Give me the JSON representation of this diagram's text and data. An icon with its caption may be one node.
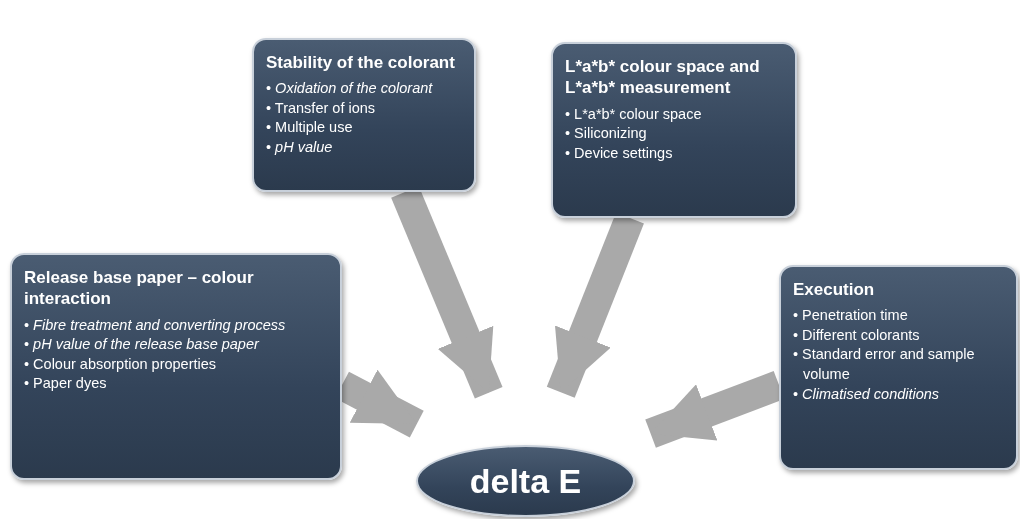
{
  "diagram": {
    "nodes": [
      {
        "text": [
          "Release base paper – colour interaction",
          "• *Fibre treatment and converting process*",
          "• *pH value of the release base paper*",
          "• Colour absorption properties",
          "• Paper dyes"
        ]
      },
      {
        "text": [
          "Stability of the colorant",
          "• *Oxidation of the colorant*",
          "• Transfer of ions",
          "• Multiple use",
          "• *pH value*"
        ]
      },
      {
        "text": [
          "L*a*b* colour space and L*a*b* measurement",
          "• L*a*b* colour space",
          "• Siliconizing",
          "• Device settings"
        ]
      },
      {
        "text": [
          "Execution",
          "• Penetration time",
          "• Different colorants",
          "• Standard error and sample volume",
          "• *Climatised conditions*"
        ]
      },
      {
        "text": [
          "delta E"
        ]
      }
    ],
    "edges": [
      {
        "from": 0,
        "to": 4,
        "arrow": "to"
      },
      {
        "from": 1,
        "to": 4,
        "arrow": "to"
      },
      {
        "from": 2,
        "to": 4,
        "arrow": "to"
      },
      {
        "from": 3,
        "to": 4,
        "arrow": "to"
      }
    ]
  }
}
